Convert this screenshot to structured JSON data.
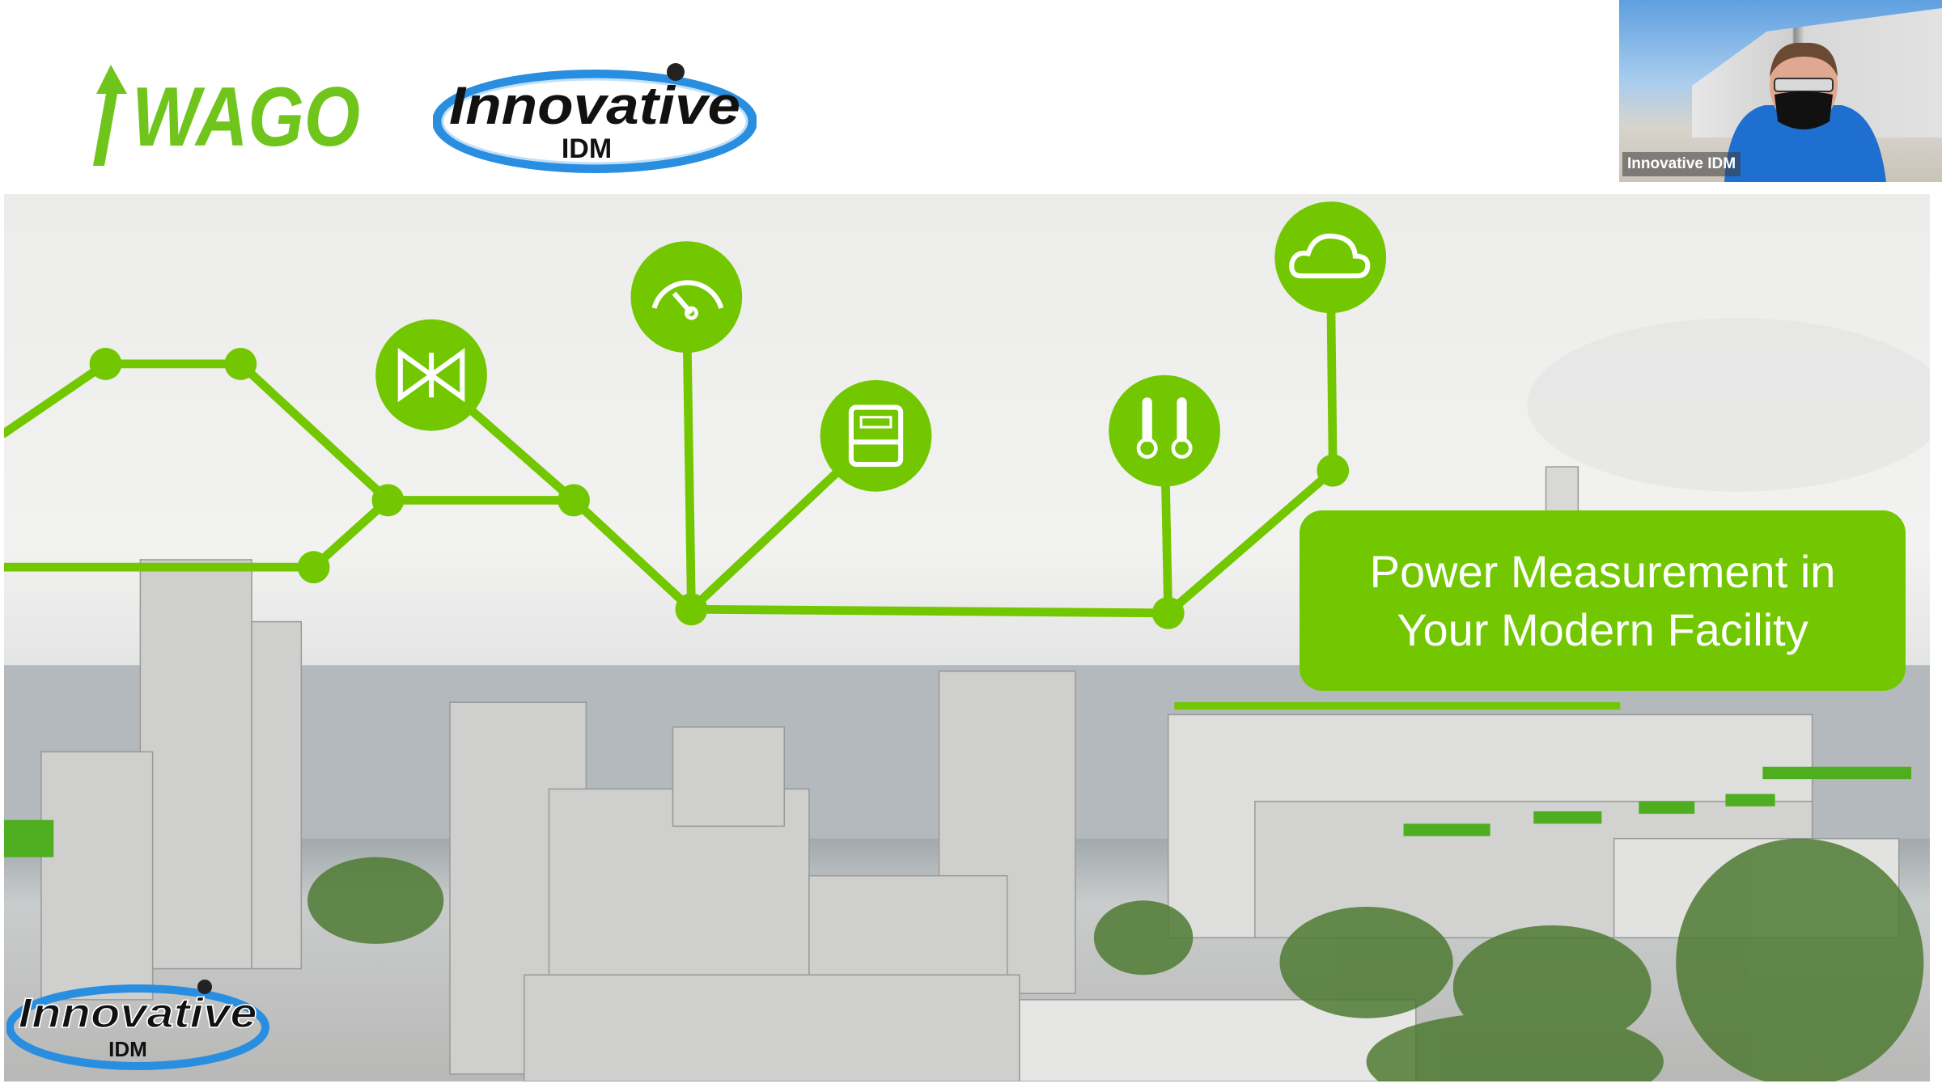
{
  "logos": {
    "wago": "WAGO",
    "innovative": "Innovative",
    "idm": "IDM"
  },
  "video": {
    "participant_name": "Innovative IDM"
  },
  "slide": {
    "title_line1": "Power Measurement in",
    "title_line2": "Your Modern Facility",
    "icons": [
      "valve-icon",
      "gauge-icon",
      "meter-icon",
      "thermometer-icon",
      "cloud-icon"
    ]
  },
  "colors": {
    "accent_green": "#72c700",
    "logo_blue": "#1c7fd6"
  }
}
